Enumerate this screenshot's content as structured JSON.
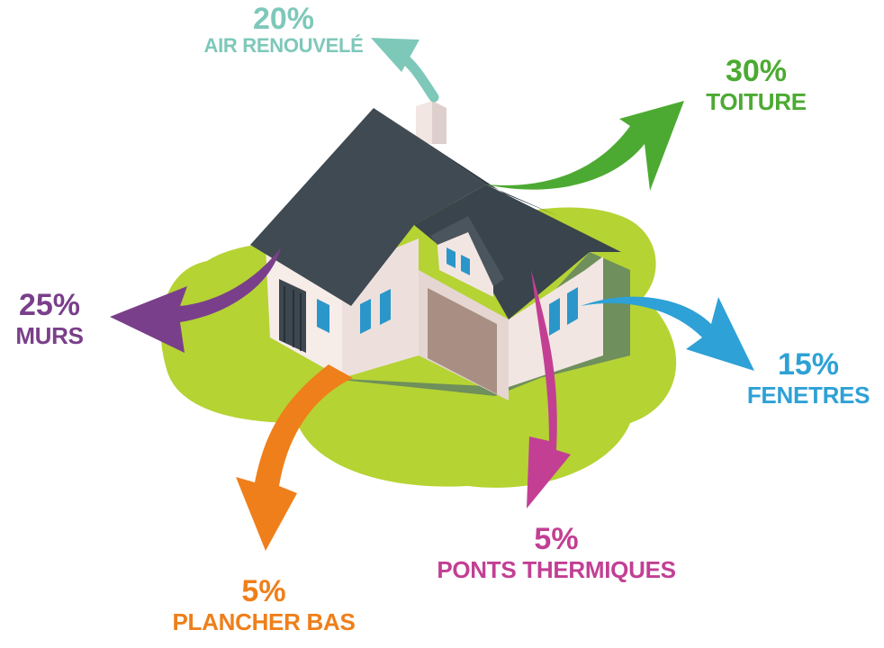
{
  "labels": {
    "air": {
      "pct": "20%",
      "name": "AIR RENOUVELÉ"
    },
    "toiture": {
      "pct": "30%",
      "name": "TOITURE"
    },
    "murs": {
      "pct": "25%",
      "name": "MURS"
    },
    "fenetres": {
      "pct": "15%",
      "name": "FENETRES"
    },
    "ponts": {
      "pct": "5%",
      "name": "PONTS THERMIQUES"
    },
    "plancher": {
      "pct": "5%",
      "name": "PLANCHER BAS"
    }
  },
  "colors": {
    "air": "#7ec8ba",
    "toiture": "#4caa32",
    "murs": "#7a3f8a",
    "fenetres": "#2ea1d6",
    "ponts": "#c23f94",
    "plancher": "#ef7f1a",
    "lawn": "#b5d333",
    "shadow": "#6f8f5c",
    "roof": "#3f4a52",
    "wall": "#f2e6e2",
    "wall_shade": "#e0cfcb",
    "garage": "#a98f83",
    "window": "#2b96c9"
  }
}
